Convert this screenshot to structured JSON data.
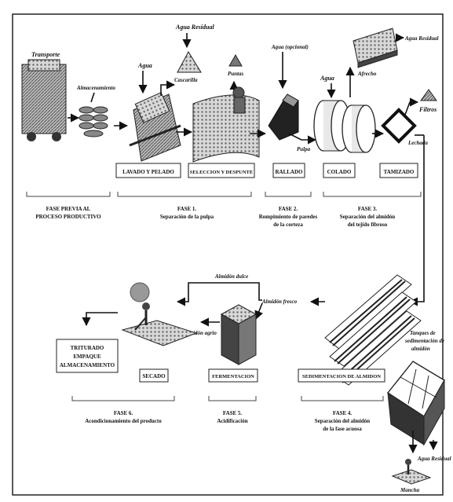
{
  "process": {
    "steps": {
      "lavado": "LAVADO Y PELADO",
      "seleccion": "SELECCION Y DESPUNTE",
      "rallado": "RALLADO",
      "colado": "COLADO",
      "tamizado": "TAMIZADO",
      "sedimentacion": "SEDIMENTACION DE ALMIDON",
      "fermentacion": "FERMENTACION",
      "secado": "SECADO",
      "triturado": [
        "TRITURADO",
        "EMPAQUE",
        "ALMACENAMIENTO"
      ]
    },
    "labels": {
      "transporte": "Transporte",
      "almacenamiento": "Almacenamiento",
      "agua_lavado": "Agua",
      "agua_residual_top": "Agua Residual",
      "cascarilla": "Cascarilla",
      "puntas": "Puntas",
      "agua_opcional": "Agua (opcional)",
      "pulpa": "Pulpa",
      "agua_colado": "Agua",
      "afrecho": "Afrecho",
      "agua_residual_afrecho": "Agua Residual",
      "filtros": "Filtros",
      "lechada": "Lechada",
      "almidon_dulce": "Almidón dulce",
      "almidon_fresco": "Almidón fresco",
      "almidon_agrio": "Almidón agrio",
      "tanques": [
        "Tanques de",
        "sedimentación de",
        "almidón"
      ],
      "agua_residual_bottom": "Agua Residual",
      "mancha": "Mancha"
    },
    "phases": {
      "previa": [
        "FASE PREVIA AL",
        "PROCESO PRODUCTIVO"
      ],
      "fase1": [
        "FASE 1.",
        "Separación de la pulpa"
      ],
      "fase2": [
        "FASE 2.",
        "Rompimiento de paredes",
        "de la corteza"
      ],
      "fase3": [
        "FASE 3.",
        "Separación del almidón",
        "del tejido fibroso"
      ],
      "fase4": [
        "FASE 4.",
        "Separación del almidón",
        "de la fase acuosa"
      ],
      "fase5": [
        "FASE 5.",
        "Acidificación"
      ],
      "fase6": [
        "FASE 6.",
        "Acondicionamiento del producto"
      ]
    }
  }
}
